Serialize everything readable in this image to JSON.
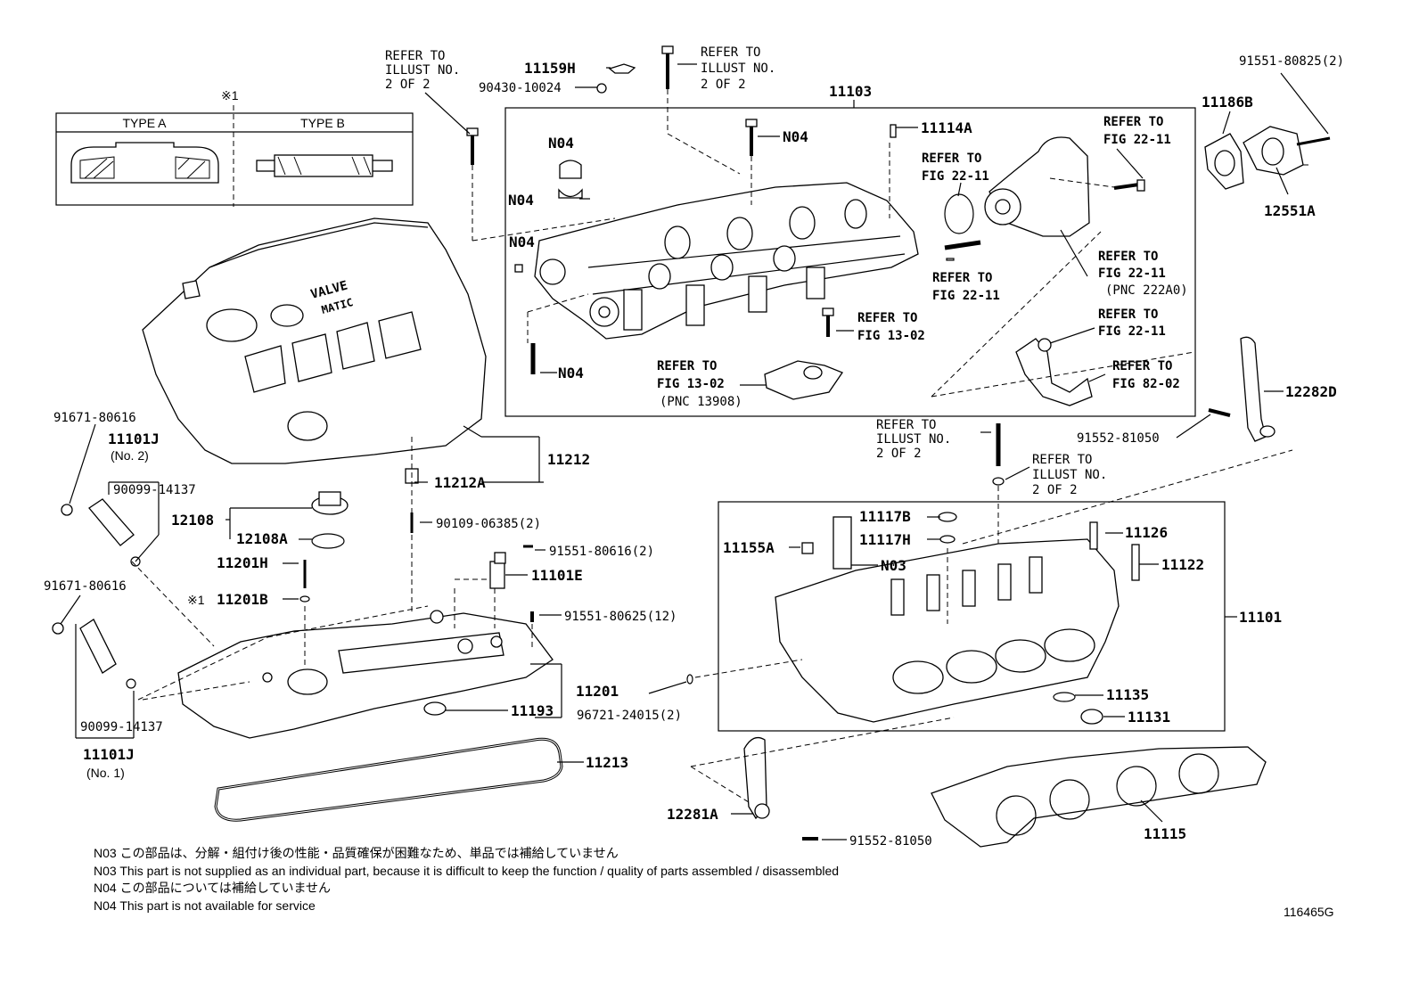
{
  "figure_id": "116465G",
  "inset": {
    "mark": "※1",
    "type_a": "TYPE A",
    "type_b": "TYPE B"
  },
  "refs": {
    "illust_1": [
      "REFER TO",
      "ILLUST NO.",
      "2 OF 2"
    ],
    "illust_2": [
      "REFER TO",
      "ILLUST NO.",
      "2 OF 2"
    ],
    "illust_3": [
      "REFER TO",
      "ILLUST NO.",
      "2 OF 2"
    ],
    "illust_4": [
      "REFER TO",
      "ILLUST NO.",
      "2 OF 2"
    ],
    "fig2211_a": [
      "REFER TO",
      "FIG 22-11"
    ],
    "fig2211_b": [
      "REFER TO",
      "FIG 22-11"
    ],
    "fig2211_c": [
      "REFER TO",
      "FIG 22-11"
    ],
    "fig2211_d": [
      "REFER TO",
      "FIG 22-11",
      "(PNC 222A0)"
    ],
    "fig2211_e": [
      "REFER TO",
      "FIG 22-11"
    ],
    "fig1302_a": [
      "REFER TO",
      "FIG 13-02"
    ],
    "fig1302_b": [
      "REFER TO",
      "FIG 13-02",
      "(PNC 13908)"
    ],
    "fig8202": [
      "REFER TO",
      "FIG 82-02"
    ]
  },
  "labels": {
    "p11159H": "11159H",
    "p90430": "90430-10024",
    "p11103": "11103",
    "p91551_80825": "91551-80825(2)",
    "p11186B": "11186B",
    "p12551A": "12551A",
    "n04_a": "N04",
    "n04_b": "N04",
    "n04_c": "N04",
    "n04_d": "N04",
    "n04_e": "N04",
    "p11114A": "11114A",
    "p12282D": "12282D",
    "p91552_81050_a": "91552-81050",
    "p11212": "11212",
    "p11212A": "11212A",
    "p91671_a": "91671-80616",
    "p11101J_2": "11101J",
    "p11101J_2_sub": "(No. 2)",
    "p90099_a": "90099-14137",
    "p12108": "12108",
    "p12108A": "12108A",
    "p90109": "90109-06385(2)",
    "p91551_80616": "91551-80616(2)",
    "p11201H": "11201H",
    "p11101E": "11101E",
    "p11201B_mark": "※1",
    "p11201B": "11201B",
    "p91551_80625": "91551-80625(12)",
    "p91671_b": "91671-80616",
    "p11201": "11201",
    "p11193": "11193",
    "p90099_b": "90099-14137",
    "p11101J_1": "11101J",
    "p11101J_1_sub": "(No. 1)",
    "p11213": "11213",
    "p96721": "96721-24015(2)",
    "p11117B": "11117B",
    "p11117H": "11117H",
    "p11155A": "11155A",
    "n03": "N03",
    "p11126": "11126",
    "p11122": "11122",
    "p11101": "11101",
    "p11135": "11135",
    "p11131": "11131",
    "p12281A": "12281A",
    "p91552_81050_b": "91552-81050",
    "p11115": "11115"
  },
  "cover_text": {
    "line1": "VALVE",
    "line2": "MATIC"
  },
  "notes": [
    "N03 この部品は、分解・組付け後の性能・品質確保が困難なため、単品では補給していません",
    "N03 This part is not supplied as an individual part, because it is difficult to keep the function / quality of parts assembled / disassembled",
    "N04 この部品については補給していません",
    "N04 This part is not available for service"
  ]
}
